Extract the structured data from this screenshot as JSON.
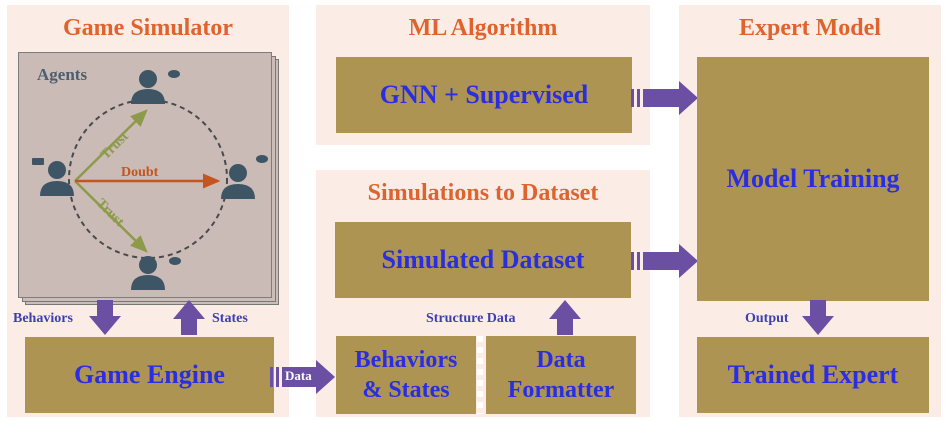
{
  "panels": {
    "game_simulator": "Game Simulator",
    "ml_algorithm": "ML Algorithm",
    "expert_model": "Expert Model",
    "simulations_to_dataset": "Simulations to Dataset"
  },
  "boxes": {
    "gnn": "GNN + Supervised",
    "model_training": "Model Training",
    "simulated_dataset": "Simulated Dataset",
    "game_engine": "Game Engine",
    "behaviors_states_line1": "Behaviors",
    "behaviors_states_line2": "& States",
    "data_formatter_line1": "Data",
    "data_formatter_line2": "Formatter",
    "trained_expert": "Trained Expert"
  },
  "labels": {
    "agents": "Agents",
    "trust_top": "Trust",
    "doubt": "Doubt",
    "trust_bottom": "Trust",
    "behaviors": "Behaviors",
    "states": "States",
    "data": "Data",
    "structure_data": "Structure Data",
    "output": "Output"
  },
  "colors": {
    "panel_bg": "#fcece6",
    "box_fill": "#ad9452",
    "box_text": "#2b2ee0",
    "title_text": "#e0622c",
    "arrow": "#6a4fa3",
    "agent": "#3e5565",
    "trust": "#8c9a4a",
    "doubt": "#c4551e"
  }
}
